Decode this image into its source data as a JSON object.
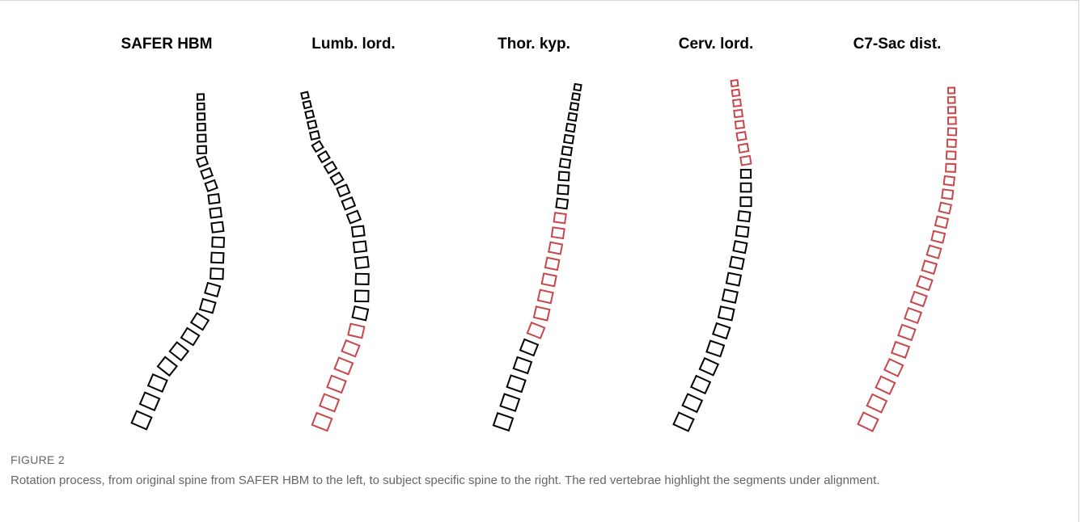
{
  "colors": {
    "normal": "#000000",
    "highlight": "#c8474a"
  },
  "panels": [
    {
      "title": "SAFER HBM",
      "highlight": []
    },
    {
      "title": "Lumb. lord.",
      "highlight": [
        18,
        23
      ]
    },
    {
      "title": "Thor. kyp.",
      "highlight": [
        11,
        18
      ]
    },
    {
      "title": "Cerv. lord.",
      "highlight": [
        0,
        7
      ]
    },
    {
      "title": "C7-Sac dist.",
      "highlight": [
        0,
        23
      ]
    }
  ],
  "caption": {
    "label": "FIGURE 2",
    "text": "Rotation process, from original spine from SAFER HBM to the left, to subject specific spine to the right. The red vertebrae highlight the segments under alignment."
  }
}
